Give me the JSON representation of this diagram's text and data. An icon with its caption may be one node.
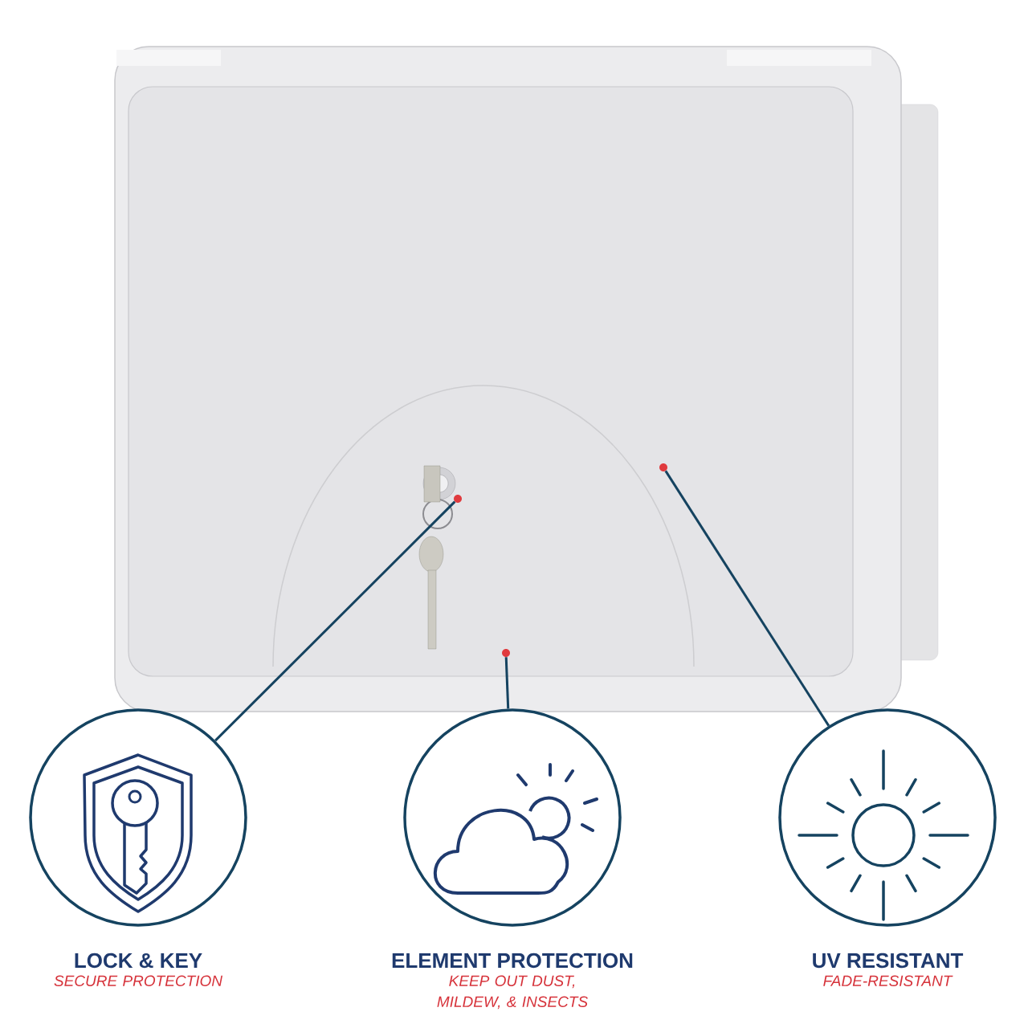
{
  "diagram": {
    "nodes": [
      {
        "text": [],
        "shape": "circle"
      },
      {
        "text": [],
        "shape": "circle"
      },
      {
        "text": [],
        "shape": "circle"
      },
      {
        "text": [
          "LOCK & KEY",
          "SECURE PROTECTION"
        ]
      },
      {
        "text": [
          "ELEMENT PROTECTION",
          "KEEP OUT DUST, MILDEW, & INSECTS"
        ]
      },
      {
        "text": [
          "UV RESISTANT",
          "FADE-RESISTANT"
        ]
      }
    ],
    "edges": [
      {
        "from": 3,
        "to": 0,
        "arrow": "none"
      },
      {
        "from": 4,
        "to": 1,
        "arrow": "none"
      },
      {
        "from": 5,
        "to": 2,
        "arrow": "none"
      }
    ]
  }
}
